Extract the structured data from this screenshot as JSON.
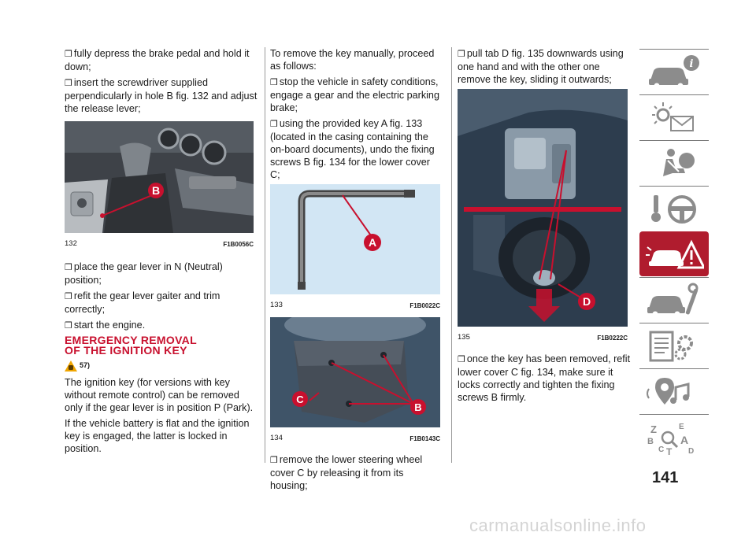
{
  "column1": {
    "item1": "fully depress the brake pedal and hold it down;",
    "item2": "insert the screwdriver supplied perpendicularly in hole B fig. 132 and adjust the release lever;",
    "fig132": {
      "number": "132",
      "code": "F1B0056C",
      "callout": "B"
    },
    "item3": "place the gear lever in N (Neutral) position;",
    "item4": "refit the gear lever gaiter and trim correctly;",
    "item5": "start the engine.",
    "heading_line1": "EMERGENCY REMOVAL",
    "heading_line2": "OF THE IGNITION KEY",
    "warning_ref": "57)",
    "para1": "The ignition key (for versions with key without remote control) can be removed only if the gear lever is in position P (Park).",
    "para2": "If the vehicle battery is flat and the ignition key is engaged, the latter is locked in position."
  },
  "column2": {
    "intro": "To remove the key manually, proceed as follows:",
    "item1": "stop the vehicle in safety conditions, engage a gear and the electric parking brake;",
    "item2": "using the provided key A fig. 133 (located in the casing containing the on-board documents), undo the fixing screws B fig. 134 for the lower cover C;",
    "fig133": {
      "number": "133",
      "code": "F1B0022C",
      "callout": "A"
    },
    "fig134": {
      "number": "134",
      "code": "F1B0143C",
      "callout_c": "C",
      "callout_b": "B"
    },
    "item3": "remove the lower steering wheel cover C by releasing it from its housing;"
  },
  "column3": {
    "item1": "pull tab D fig. 135 downwards using one hand and with the other one remove the key, sliding it outwards;",
    "fig135": {
      "number": "135",
      "code": "F1B0222C",
      "callout": "D"
    },
    "item2": "once the key has been removed, refit lower cover C fig. 134, make sure it locks correctly and tighten the fixing screws B firmly."
  },
  "checkbox_glyph": "❒",
  "page_number": "141",
  "watermark": "carmanualsonline.info",
  "sidebar": {
    "icons": [
      "car-info-icon",
      "warning-light-message-icon",
      "airbag-seat-icon",
      "key-steering-wheel-icon",
      "emergency-car-icon",
      "car-maintenance-icon",
      "technical-data-icon",
      "multimedia-icon",
      "index-icon"
    ],
    "active_index": 4,
    "index_letters": {
      "z": "Z",
      "e": "E",
      "b": "B",
      "a": "A",
      "c": "C",
      "t": "T",
      "d": "D"
    }
  },
  "colors": {
    "accent": "#c8102e",
    "active_tab": "#b01c2e",
    "icon_gray": "#8c8c8c",
    "figure_blue": "#d2e6f4"
  }
}
